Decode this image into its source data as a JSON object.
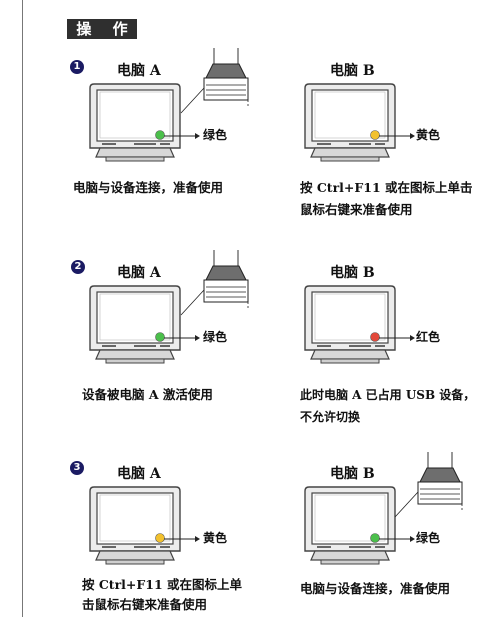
{
  "header": {
    "title": "操 作"
  },
  "rows": [
    {
      "step": "1",
      "left": {
        "computer": "电脑 A",
        "status": "绿色",
        "led_color": "#4bbf4b",
        "caption": [
          "电脑与设备连接，准备使用"
        ]
      },
      "right": {
        "computer": "电脑 B",
        "status": "黄色",
        "led_color": "#f2c12e",
        "caption": [
          "按 Ctrl+F11 或在图标上单击",
          "鼠标右键来准备使用"
        ]
      }
    },
    {
      "step": "2",
      "left": {
        "computer": "电脑 A",
        "status": "绿色",
        "led_color": "#4bbf4b",
        "caption": [
          "设备被电脑 A 激活使用"
        ]
      },
      "right": {
        "computer": "电脑 B",
        "status": "红色",
        "led_color": "#e2483a",
        "caption": [
          "此时电脑 A 已占用 USB 设备，",
          "不允许切换"
        ]
      }
    },
    {
      "step": "3",
      "left": {
        "computer": "电脑 A",
        "status": "黄色",
        "led_color": "#f2c12e",
        "caption": [
          "按 Ctrl+F11 或在图标上单",
          "击鼠标右键来准备使用"
        ]
      },
      "right": {
        "computer": "电脑 B",
        "status": "绿色",
        "led_color": "#4bbf4b",
        "caption": [
          "电脑与设备连接，准备使用"
        ]
      }
    }
  ]
}
